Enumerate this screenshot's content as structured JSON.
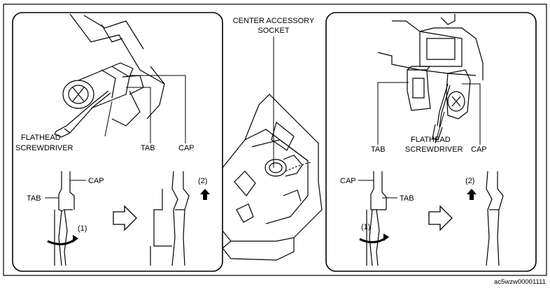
{
  "center": {
    "title_line1": "CENTER ACCESSORY",
    "title_line2": "SOCKET"
  },
  "left_panel": {
    "label_flathead_line1": "FLATHEAD",
    "label_flathead_line2": "SCREWDRIVER",
    "label_tab_top": "TAB",
    "label_cap_top": "CAP",
    "label_cap_detail": "CAP",
    "label_tab_detail": "TAB",
    "step1": "(1)",
    "step2": "(2)"
  },
  "right_panel": {
    "label_tab_top": "TAB",
    "label_flathead_line1": "FLATHEAD",
    "label_flathead_line2": "SCREWDRIVER",
    "label_cap_top": "CAP",
    "label_cap_detail": "CAP",
    "label_tab_detail": "TAB",
    "step1": "(1)",
    "step2": "(2)"
  },
  "reference_code": "ac5wzw00001111"
}
